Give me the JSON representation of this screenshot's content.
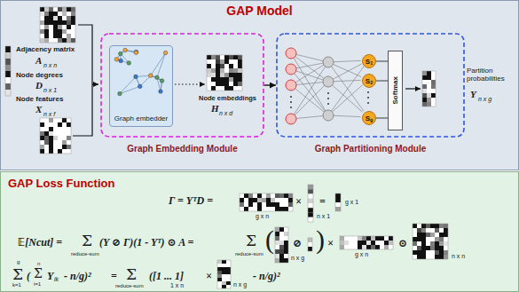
{
  "diagram": {
    "nodes": [
      {
        "text": [
          "GAP Model"
        ]
      },
      {
        "text": [
          "Graph Embedding Module"
        ],
        "in": 0
      },
      {
        "text": [
          "Graph embedder"
        ],
        "in": 1
      },
      {
        "text": [
          "Graph Partitioning Module"
        ],
        "in": 0
      },
      {
        "text": [
          "S",
          "1"
        ],
        "in": 3
      },
      {
        "text": [
          "S",
          "2"
        ],
        "in": 3
      },
      {
        "text": [
          "S",
          "g"
        ],
        "in": 3
      },
      {
        "text": [
          "Softmax"
        ],
        "in": 3
      },
      {
        "text": [
          "GAP Loss Function"
        ]
      }
    ],
    "edges": [
      {
        "from": 1,
        "to": 3,
        "arrow": "to"
      },
      {
        "from": 4,
        "to": 7,
        "arrow": "none"
      },
      {
        "from": 5,
        "to": 7,
        "arrow": "none"
      },
      {
        "from": 6,
        "to": 7,
        "arrow": "none"
      }
    ],
    "labels": [
      "Adjacency matrix",
      "A",
      "n x n",
      "Node degrees",
      "D",
      "n x 1",
      "Node features",
      "X",
      "n x f",
      "Node embeddings",
      "H",
      "n x d",
      "Partition probabilities",
      "Y",
      "n x g",
      "Γ = YᵀD =",
      "g x n",
      "×",
      "=",
      "n x 1",
      "g x 1",
      "𝔼[Ncut] =",
      "Σ",
      "reduce-sum",
      "(Y ⊘ Γ)(1 - Yᵀ) ⊙ A =",
      "Σ",
      "reduce-sum",
      "(",
      "⊘",
      ")",
      "×",
      "⊙",
      "n x g",
      "g x n",
      "n x n",
      "Σ",
      "g",
      "k=1",
      "(",
      "Σ",
      "n",
      "i=1",
      "Y",
      "ik",
      "- n/g)²",
      "=",
      "Σ",
      "reduce-sum",
      "([1 ... 1]",
      "1 x n",
      "×",
      "- n/g)²",
      "n x g"
    ]
  }
}
